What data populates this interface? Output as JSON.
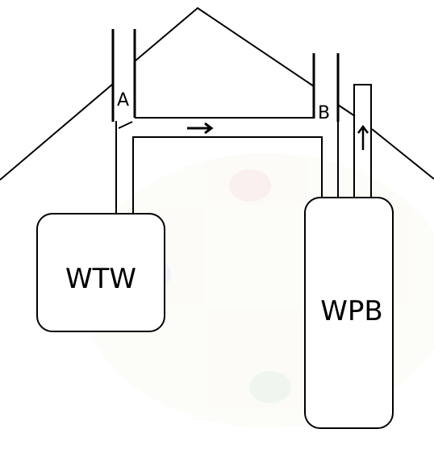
{
  "labels": {
    "chimney_a": "A",
    "chimney_b": "B",
    "box_left": "WTW",
    "box_right": "WPB"
  },
  "colors": {
    "stroke": "#000000",
    "fill": "#ffffff"
  },
  "icons": {
    "flow_right": "arrow-right-icon",
    "flow_up": "arrow-up-icon"
  }
}
